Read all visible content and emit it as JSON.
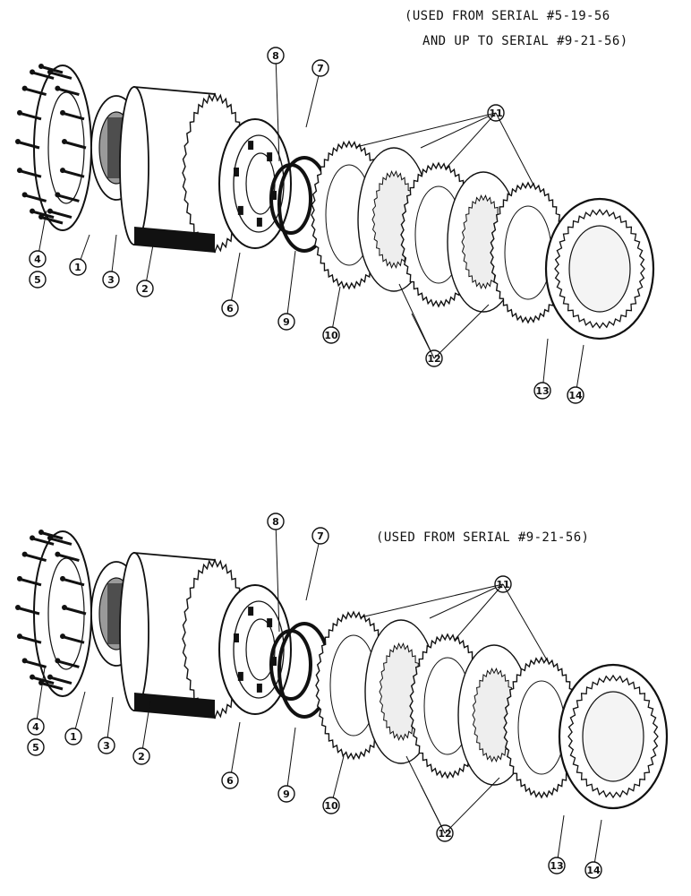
{
  "top": {
    "caption_line1": "(USED FROM SERIAL #5-19-56",
    "caption_line2": "AND UP TO SERIAL #9-21-56)",
    "callouts": [
      "1",
      "2",
      "3",
      "4",
      "5",
      "6",
      "7",
      "8",
      "9",
      "10",
      "11",
      "12",
      "13",
      "14"
    ]
  },
  "bottom": {
    "caption_line1": "(USED FROM SERIAL #9-21-56)",
    "callouts": [
      "1",
      "2",
      "3",
      "4",
      "5",
      "6",
      "7",
      "8",
      "9",
      "10",
      "11",
      "12",
      "13",
      "14"
    ]
  },
  "colors": {
    "ink": "#111111",
    "paper": "#ffffff",
    "shade": "#9a9a9a"
  }
}
